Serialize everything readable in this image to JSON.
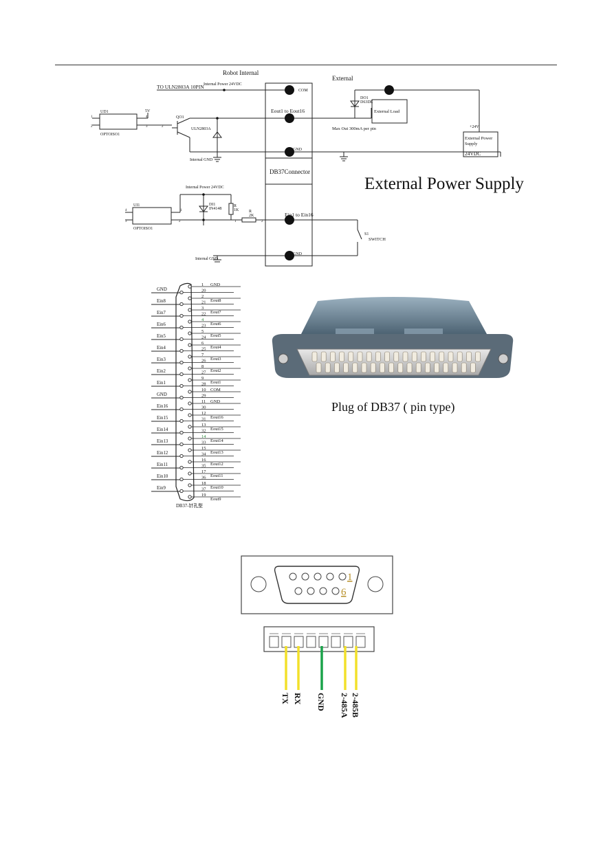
{
  "schematic": {
    "robot_internal": "Robot Internal",
    "external": "External",
    "internal_power_top": "Internal Power 24VDC",
    "to_uln": "TO ULN2803A 10PIN",
    "com": "COM",
    "eout_range": "Eout1 to Eout16",
    "gnd": "GND",
    "ud1": "UD1",
    "optoiso1": "OPTOISO1",
    "v5": "5V",
    "qo1": "QO1",
    "uln": "ULN2803A",
    "internal_gnd": "Internal GND",
    "do1": "DO1",
    "do1_part": "D63DE",
    "external_load": "External Load",
    "max_out": "Max Out 300mA per pin",
    "plus24v": "+24V",
    "ext_ps_line1": "External Power",
    "ext_ps_line2": "Supply",
    "ext_ps_line3": "24VDC",
    "db37_connector": "DB37Connector",
    "internal_power_mid": "Internal Power 24VDC",
    "ui1": "UI1",
    "di1": "DI1",
    "di1_part": "IN4148",
    "r1_label": "R",
    "r1_val": "1K",
    "r2_label": "R",
    "r2_val": "2K",
    "ein_range": "Ein1 to Ein16",
    "s1": "S1",
    "switch": "SWITCH",
    "internal_gnd2": "Internal GND",
    "pin_1": "1",
    "pin_2": "2",
    "pin_3": "3",
    "pin_4": "4"
  },
  "ext_power_title": "External Power Supply",
  "db37_pinout": {
    "caption": "DB37-针孔型",
    "left_labels": [
      "GND",
      "Ein8",
      "Ein7",
      "Ein6",
      "Ein5",
      "Ein4",
      "Ein3",
      "Ein2",
      "Ein1",
      "GND",
      "Ein16",
      "Ein15",
      "Ein14",
      "Ein13",
      "Ein12",
      "Ein11",
      "Ein10",
      "Ein9"
    ],
    "rows": [
      {
        "pin": "1",
        "label": "GND"
      },
      {
        "pin": "20",
        "label": ""
      },
      {
        "pin": "2",
        "label": "Eout8"
      },
      {
        "pin": "21",
        "label": ""
      },
      {
        "pin": "3",
        "label": "Eout7"
      },
      {
        "pin": "22",
        "label": ""
      },
      {
        "pin": "4",
        "label": "Eout6"
      },
      {
        "pin": "23",
        "label": ""
      },
      {
        "pin": "5",
        "label": "Eout5"
      },
      {
        "pin": "24",
        "label": ""
      },
      {
        "pin": "6",
        "label": "Eout4"
      },
      {
        "pin": "25",
        "label": ""
      },
      {
        "pin": "7",
        "label": "Eout3"
      },
      {
        "pin": "26",
        "label": ""
      },
      {
        "pin": "8",
        "label": "Eout2"
      },
      {
        "pin": "27",
        "label": ""
      },
      {
        "pin": "9",
        "label": "Eout1"
      },
      {
        "pin": "28",
        "label": ""
      },
      {
        "pin": "10",
        "label": "COM"
      },
      {
        "pin": "29",
        "label": ""
      },
      {
        "pin": "11",
        "label": "GND"
      },
      {
        "pin": "30",
        "label": ""
      },
      {
        "pin": "12",
        "label": "Eout16"
      },
      {
        "pin": "31",
        "label": ""
      },
      {
        "pin": "13",
        "label": "Eout15"
      },
      {
        "pin": "32",
        "label": ""
      },
      {
        "pin": "14",
        "label": "Eout14"
      },
      {
        "pin": "33",
        "label": ""
      },
      {
        "pin": "15",
        "label": "Eout13"
      },
      {
        "pin": "34",
        "label": ""
      },
      {
        "pin": "16",
        "label": "Eout12"
      },
      {
        "pin": "35",
        "label": ""
      },
      {
        "pin": "17",
        "label": "Eout11"
      },
      {
        "pin": "36",
        "label": ""
      },
      {
        "pin": "18",
        "label": "Eout10"
      },
      {
        "pin": "37",
        "label": ""
      },
      {
        "pin": "19",
        "label": "Eout9"
      }
    ]
  },
  "plug_caption": "Plug of DB37 ( pin type)",
  "db9": {
    "pin_top": "1",
    "pin_bottom": "6"
  },
  "terminal": {
    "wires": [
      "TX",
      "RX",
      "GND",
      "2-485A",
      "2-485B"
    ],
    "wire_colors": [
      "#f2e02a",
      "#f2e02a",
      "#1aa34a",
      "#f2e02a",
      "#f2e02a"
    ]
  }
}
